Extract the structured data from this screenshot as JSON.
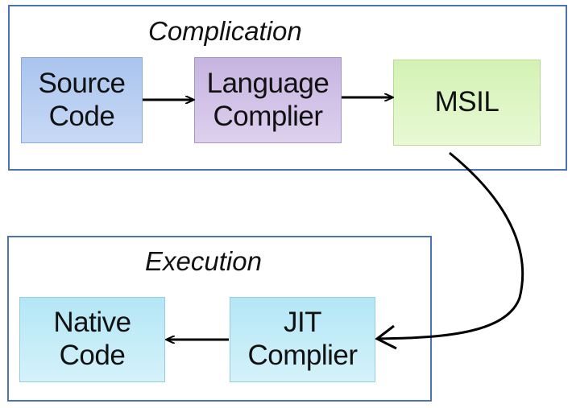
{
  "groups": {
    "compilation": {
      "title": "Complication"
    },
    "execution": {
      "title": "Execution"
    }
  },
  "nodes": {
    "source_code": {
      "line1": "Source",
      "line2": "Code",
      "color": "#b9cff2"
    },
    "language_compiler": {
      "line1": "Language",
      "line2": "Complier",
      "color": "#d3c3ea"
    },
    "msil": {
      "label": "MSIL",
      "color": "#def6c6"
    },
    "jit_compiler": {
      "line1": "JIT",
      "line2": "Complier",
      "color": "#c6ecf8"
    },
    "native_code": {
      "line1": "Native",
      "line2": "Code",
      "color": "#c6ecf8"
    }
  },
  "colors": {
    "frame_border": "#4a72b4",
    "arrow": "#000000"
  }
}
